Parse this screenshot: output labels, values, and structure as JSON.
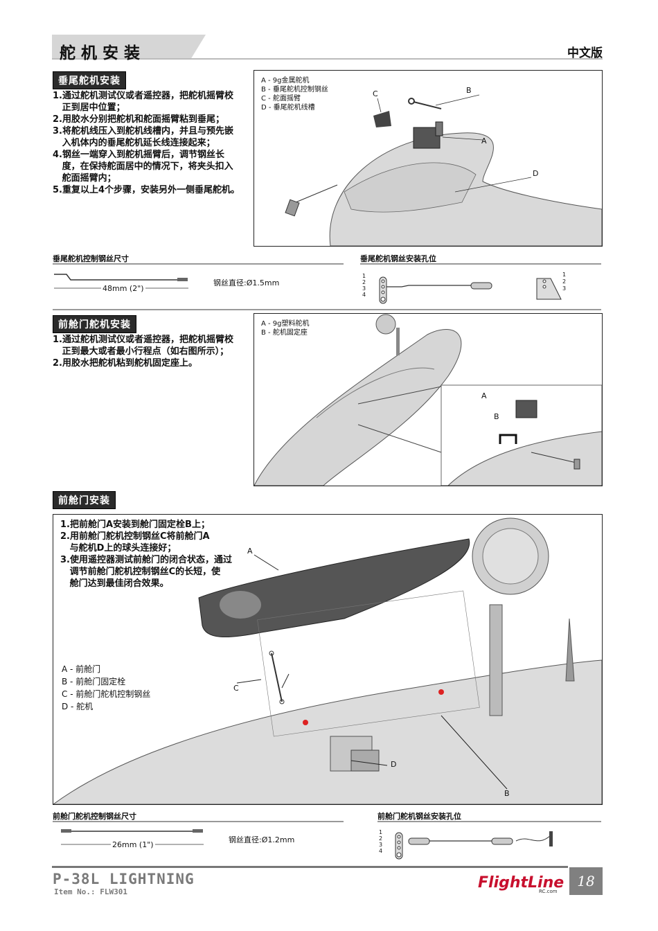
{
  "header": {
    "title": "舵机安装",
    "language": "中文版"
  },
  "section1": {
    "heading": "垂尾舵机安装",
    "steps": [
      "1.通过舵机测试仪或者遥控器，把舵机摇臂校",
      "   正到居中位置；",
      "2.用胶水分别把舵机和舵面摇臂粘到垂尾；",
      "3.将舵机线压入到舵机线槽内，并且与预先嵌",
      "   入机体内的垂尾舵机延长线连接起来；",
      "4.钢丝一端穿入到舵机摇臂后，调节钢丝长",
      "   度，在保持舵面居中的情况下，将夹头扣入",
      "   舵面摇臂内；",
      "5.重复以上4个步骤，安装另外一侧垂尾舵机。"
    ],
    "legend": [
      "A - 9g金属舵机",
      "B - 垂尾舵机控制钢丝",
      "C - 舵面摇臂",
      "D - 垂尾舵机线槽"
    ],
    "callouts": [
      "A",
      "B",
      "C",
      "D"
    ],
    "wire_size_title": "垂尾舵机控制钢丝尺寸",
    "wire_length": "48mm (2\")",
    "wire_diameter": "钢丝直径:Ø1.5mm",
    "holes_title": "垂尾舵机钢丝安装孔位",
    "hole_numbers": [
      "1",
      "2",
      "3",
      "4"
    ]
  },
  "section2": {
    "heading": "前舱门舵机安装",
    "steps": [
      "1.通过舵机测试仪或者遥控器，把舵机摇臂校",
      "   正到最大或者最小行程点（如右图所示）；",
      "2.用胶水把舵机粘到舵机固定座上。"
    ],
    "legend": [
      "A - 9g塑料舵机",
      "B - 舵机固定座"
    ],
    "callouts": [
      "A",
      "B"
    ]
  },
  "section3": {
    "heading": "前舱门安装",
    "steps": [
      "1.把前舱门A安装到舱门固定栓B上；",
      "2.用前舱门舵机控制钢丝C将前舱门A",
      "   与舵机D上的球头连接好；",
      "3.使用遥控器测试前舱门的闭合状态，通过",
      "   调节前舱门舵机控制钢丝C的长短，使",
      "   舱门达到最佳闭合效果。"
    ],
    "legend": [
      "A - 前舱门",
      "B - 前舱门固定栓",
      "C - 前舱门舵机控制钢丝",
      "D - 舵机"
    ],
    "callouts": [
      "A",
      "C",
      "D",
      "B"
    ],
    "wire_size_title": "前舱门舵机控制钢丝尺寸",
    "wire_length": "26mm (1\")",
    "wire_diameter": "钢丝直径:Ø1.2mm",
    "holes_title": "前舱门舵机钢丝安装孔位",
    "hole_numbers": [
      "1",
      "2",
      "3",
      "4"
    ]
  },
  "footer": {
    "model": "P-38L LIGHTNING",
    "item_no": "Item No.: FLW301",
    "brand": "FlightLine",
    "brand_sub": "RC.com",
    "page_number": "18"
  },
  "colors": {
    "section_head_bg": "#2b2b2b",
    "page_box": "#808080",
    "brand_red": "#c8102e",
    "model_gray": "#7a7a7a"
  }
}
